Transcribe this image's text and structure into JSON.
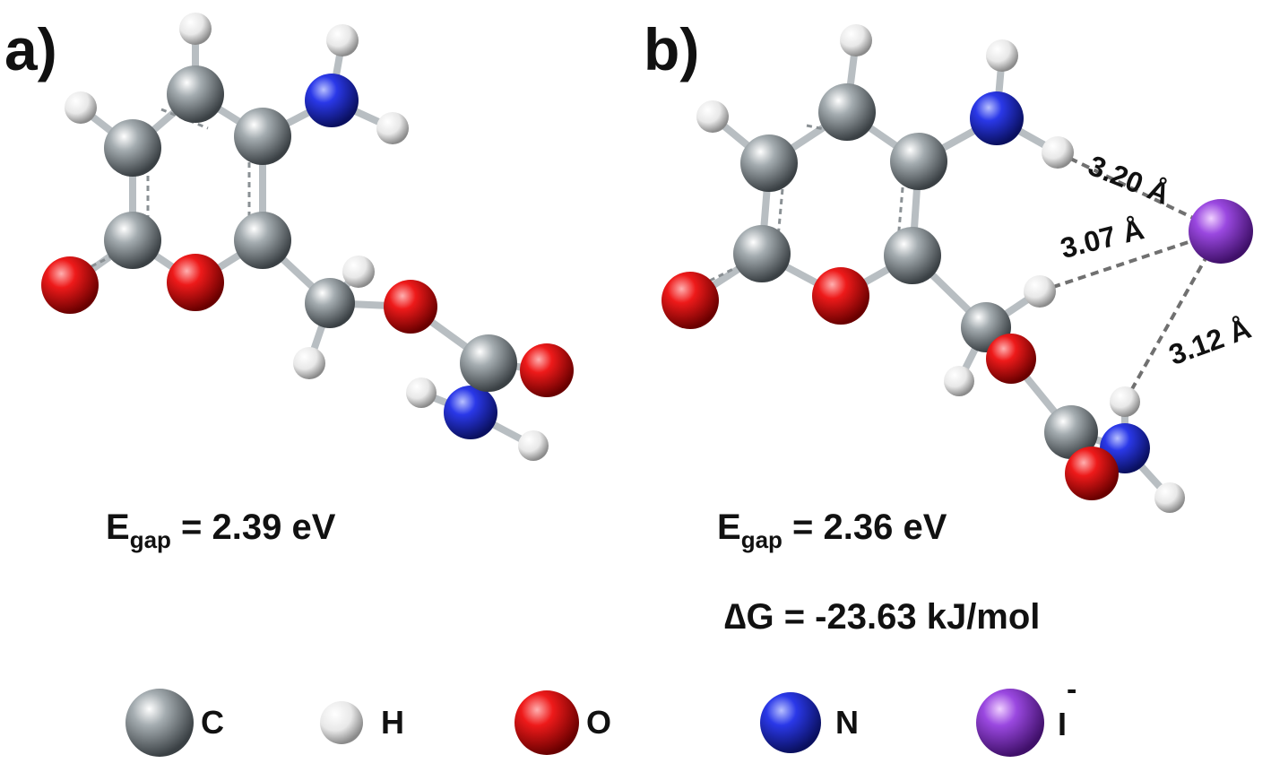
{
  "panels": [
    {
      "label": "a)",
      "egap_symbol": "E",
      "egap_sub": "gap",
      "egap_text": " = 2.39 eV"
    },
    {
      "label": "b)",
      "egap_symbol": "E",
      "egap_sub": "gap",
      "egap_text": " = 2.36 eV",
      "dg_text": "∆G = -23.63 kJ/mol"
    }
  ],
  "distances": [
    "3.20 Å",
    "3.07 Å",
    "3.12 Å"
  ],
  "legend": [
    {
      "element": "C",
      "color": "#8c9498"
    },
    {
      "element": "H",
      "color": "#e6e6e6"
    },
    {
      "element": "O",
      "color": "#e01010"
    },
    {
      "element": "N",
      "color": "#2030d8"
    },
    {
      "element": "I",
      "charge": "-",
      "color": "#9040d8"
    }
  ]
}
